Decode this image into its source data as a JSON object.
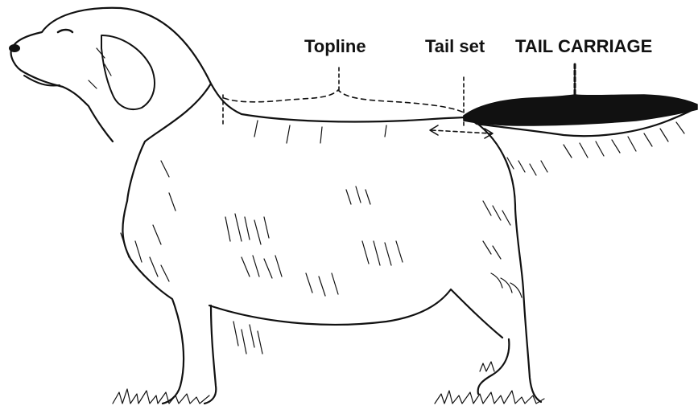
{
  "labels": {
    "topline": "Topline",
    "tail_set": "Tail set",
    "tail_carriage": "TAIL CARRIAGE"
  },
  "colors": {
    "ink": "#111111",
    "background": "#ffffff"
  }
}
